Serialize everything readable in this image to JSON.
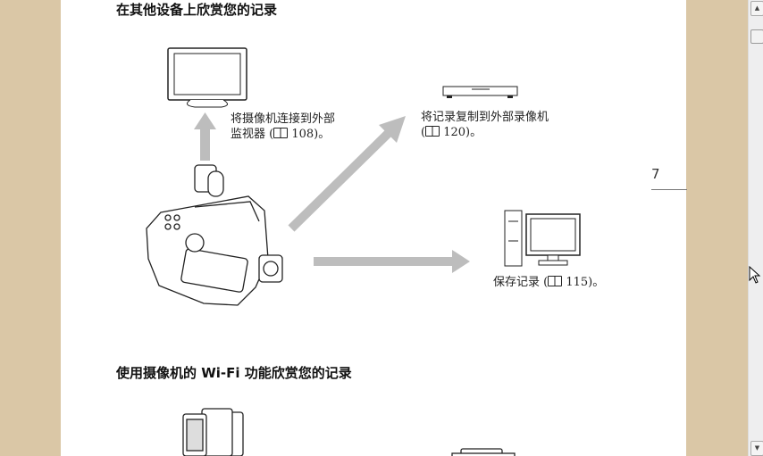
{
  "sections": [
    {
      "title": "在其他设备上欣赏您的记录"
    },
    {
      "title": "使用摄像机的 Wi-Fi 功能欣赏您的记录"
    }
  ],
  "captions": {
    "monitor_line1": "将摄像机连接到外部",
    "monitor_line2": "监视器 (ὖE 108)。",
    "recorder_line1": "将记录复制到外部录像机",
    "recorder_line2": "(ὖE 120)。",
    "computer": "保存记录 (ὖE 115)。"
  },
  "page_number": "7",
  "icons": {
    "book": "book-icon",
    "scroll_up": "▲",
    "scroll_down": "▼"
  }
}
